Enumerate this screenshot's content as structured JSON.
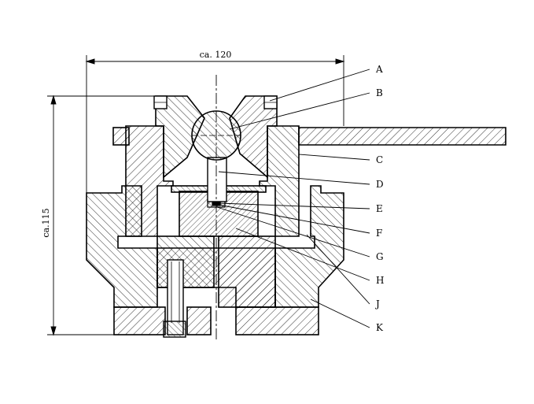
{
  "dimensions": {
    "width_label": "ca. 120",
    "height_label": "ca.115"
  },
  "callouts": [
    "A",
    "B",
    "C",
    "D",
    "E",
    "F",
    "G",
    "H",
    "J",
    "K"
  ]
}
